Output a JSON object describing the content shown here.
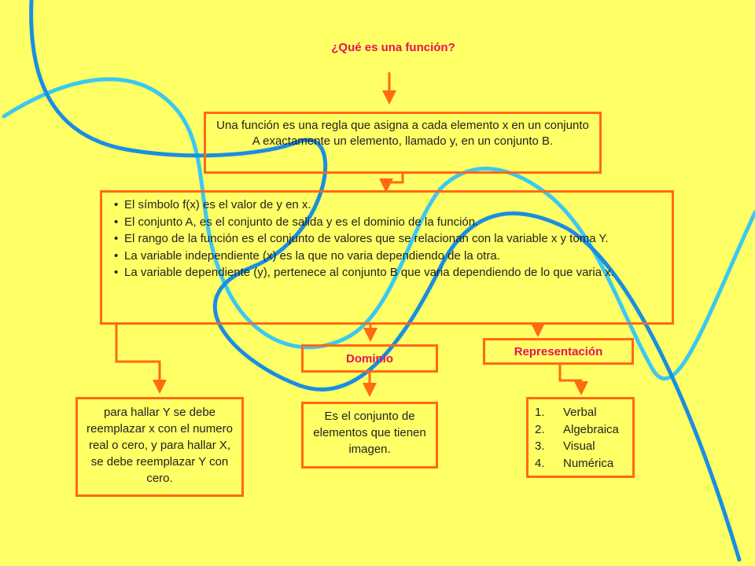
{
  "title": "¿Qué es una función?",
  "definition": "Una función es una regla que asigna a cada elemento x en un conjunto A exactamente un elemento, llamado y, en un conjunto B.",
  "properties": [
    "El símbolo f(x) es el valor de y en x.",
    "El conjunto A, es el conjunto de salida y es el dominio de la función.",
    "El rango de la función es el conjunto de valores que se relacionan con la variable x y toma Y.",
    "La variable independiente (x)  es la que no varia dependiendo de la otra.",
    "La variable dependiente (y), pertenece al conjunto B que varia dependiendo de lo que varia x."
  ],
  "dominio": {
    "label": "Dominio",
    "definition": "Es el conjunto de elementos que tienen imagen."
  },
  "representacion": {
    "label": "Representación",
    "items": [
      {
        "num": "1.",
        "text": "Verbal"
      },
      {
        "num": "2.",
        "text": "Algebraica"
      },
      {
        "num": "3.",
        "text": "Visual"
      },
      {
        "num": "4.",
        "text": "Numérica"
      }
    ]
  },
  "hallar": "para hallar Y se debe reemplazar x con el numero real  o cero, y para hallar X, se debe reemplazar Y con cero.",
  "colors": {
    "background": "#ffff66",
    "border": "#ff6a13",
    "accent_text": "#e8105a",
    "curve_light": "#3cc8f0",
    "curve_dark": "#1a8ee0"
  }
}
